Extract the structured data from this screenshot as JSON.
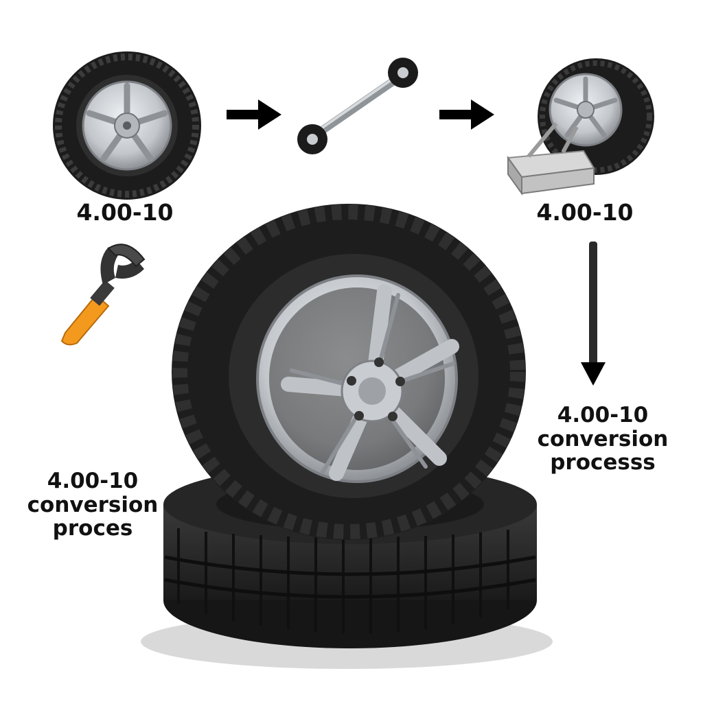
{
  "colors": {
    "tire": "#2a2a2a",
    "tire_dark": "#161616",
    "rim": "#c9ccd0",
    "rim_shadow": "#8e9297",
    "arrow": "#000000",
    "tool_handle": "#f39a1e",
    "stand": "#bdbdbd"
  },
  "icons": {
    "step1": "small-wheel-icon",
    "step2": "tie-rod-tool-icon",
    "step3": "wheel-on-stand-icon",
    "tool": "tire-spoon-tool-icon",
    "main": "stacked-tires-icon"
  },
  "labels": {
    "top_left": "4.00-10",
    "top_right": "4.00-10",
    "right": [
      "4.00-10",
      "conversion",
      "processs"
    ],
    "left": [
      "4.00-10",
      "conversion",
      "proces"
    ]
  }
}
